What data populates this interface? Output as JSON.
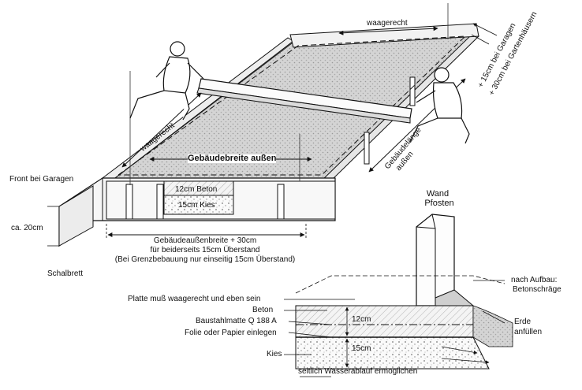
{
  "labels": {
    "waagerecht_top": "waagerecht",
    "waagerecht_left": "waagerecht",
    "garage_offset": "+ 15cm bei Garagen",
    "garden_offset": "+ 30cm bei Gartenhäusern",
    "gebaeudebreite": "Gebäudebreite außen",
    "gebaeudelaenge_1": "Gebäudelänge",
    "gebaeudelaenge_2": "außen",
    "front_garagen": "Front bei Garagen",
    "beton_12": "12cm Beton",
    "kies_15": "15cm Kies",
    "ca_20": "ca. 20cm",
    "schalbrett": "Schalbrett",
    "aussenbreite_1": "Gebäudeaußenbreite + 30cm",
    "aussenbreite_2": "für beiderseits 15cm Überstand",
    "aussenbreite_3": "(Bei Grenzbebauung nur einseitig 15cm Überstand)",
    "wand_1": "Wand",
    "wand_2": "Pfosten",
    "nach_aufbau_1": "nach Aufbau:",
    "nach_aufbau_2": "Betonschräge",
    "erde_1": "Erde",
    "erde_2": "anfüllen",
    "platte": "Platte muß waagerecht und eben sein",
    "beton": "Beton",
    "stahlmatte": "Baustahlmatte Q 188 A",
    "dim_12": "12cm",
    "folie": "Folie oder Papier einlegen",
    "kies": "Kies",
    "dim_15": "15cm",
    "wasserablauf": "seitlich Wasserablauf ermoglichen"
  }
}
